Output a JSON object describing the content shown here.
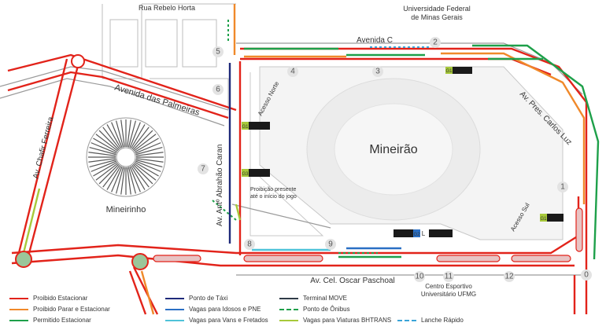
{
  "map": {
    "labels": {
      "rua_rebelo_horta": "Rua Rebelo Horta",
      "ufmg": [
        "Universidade Federal",
        "de Minas Gerais"
      ],
      "avenida_c": "Avenida C",
      "avenida_palmeiras": "Avenida das Palmeiras",
      "chafir": "Av. Chafir Ferreira",
      "abrahao": "Av. Antº Abrahão Caran",
      "acesso_norte": "Acesso Norte",
      "acesso_sul": "Acesso Sul",
      "mineirao": "Mineirão",
      "mineirinho": "Mineirinho",
      "carlos_luz": "Av. Pres. Carlos Luz",
      "oscar_paschoal": "Av. Cel. Oscar Paschoal",
      "proibicao": [
        "Proibição presente",
        "até o início do jogo"
      ],
      "centro_esportivo": [
        "Centro Esportivo",
        "Universitário UFMG"
      ],
      "gate_l": "L"
    },
    "gate_tags": [
      "G1",
      "G1",
      "G3",
      "G1",
      "G2"
    ],
    "points": [
      "0",
      "1",
      "2",
      "3",
      "4",
      "5",
      "6",
      "7",
      "8",
      "9",
      "10",
      "11",
      "12"
    ]
  },
  "legend": [
    {
      "label": "Proibido Estacionar",
      "color": "#e2231a",
      "style": "solid"
    },
    {
      "label": "Proibido Parar e Estacionar",
      "color": "#f0892a",
      "style": "solid"
    },
    {
      "label": "Permitido Estacionar",
      "color": "#1ea04a",
      "style": "solid"
    },
    {
      "label": "Ponto de Táxi",
      "color": "#1f2a7a",
      "style": "solid"
    },
    {
      "label": "Vagas para Idosos e PNE",
      "color": "#2a6fc4",
      "style": "solid"
    },
    {
      "label": "Vagas para Vans e Fretados",
      "color": "#4fc3d9",
      "style": "solid"
    },
    {
      "label": "Terminal MOVE",
      "color": "#2f3b47",
      "style": "solid"
    },
    {
      "label": "Ponto de Ônibus",
      "color": "#1ea04a",
      "style": "dashed"
    },
    {
      "label": "Vagas para Viaturas BHTRANS",
      "color": "#a7c93a",
      "style": "solid"
    },
    {
      "label": "Lanche Rápido",
      "color": "#3aa4d8",
      "style": "dashed"
    }
  ],
  "colors": {
    "red": "#e2231a",
    "orange": "#f0892a",
    "green": "#1ea04a",
    "navy": "#1f2a7a",
    "blue": "#2a6fc4",
    "cyan": "#4fc3d9",
    "lime": "#a7c93a",
    "gray_road": "#9a9a9a"
  }
}
